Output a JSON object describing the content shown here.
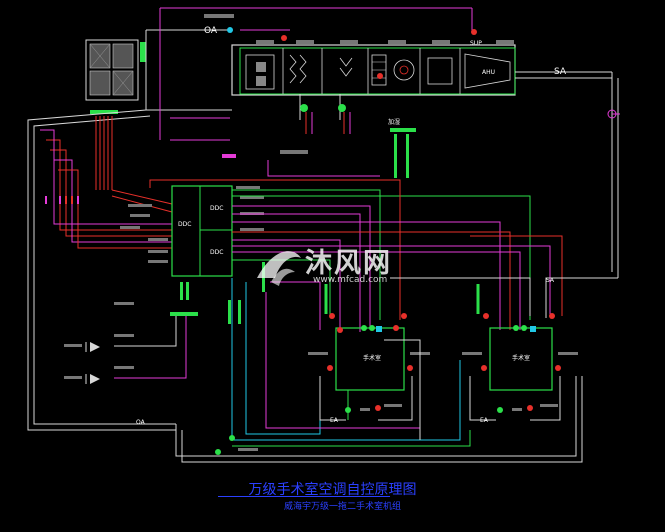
{
  "diagram": {
    "title": "万级手术室空调自控原理图",
    "subtitle": "威海宇万级一拖二手术室机组",
    "labels": {
      "oa_intake": "OA",
      "sa_supply": "SA",
      "sa_branch": "SA",
      "oa_bottom": "OA",
      "ea_left": "EA",
      "ea_right": "EA",
      "ddc_main": "DDC",
      "ddc_upper": "DDC",
      "ddc_lower": "DDC",
      "room_left": "手术室",
      "room_right": "手术室",
      "fan_unit": "AHU",
      "humidifier_tag": "加湿",
      "supply_tag": "SUP"
    },
    "watermark": {
      "brand": "沐风网",
      "url": "www.mfcad.com"
    },
    "colors": {
      "background": "#000000",
      "wire_white": "#d8d8d8",
      "wire_red": "#e8302a",
      "wire_magenta": "#e53bd8",
      "wire_green": "#2be04a",
      "wire_cyan": "#21c8e6",
      "title_blue": "#2b40ff"
    }
  }
}
